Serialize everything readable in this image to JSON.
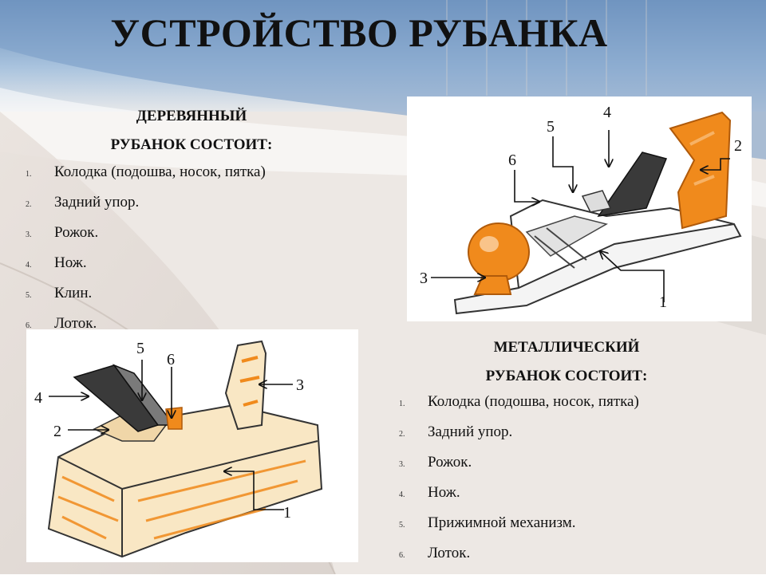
{
  "title": "УСТРОЙСТВО РУБАНКА",
  "wooden": {
    "heading_line1": "ДЕРЕВЯННЫЙ",
    "heading_line2": "РУБАНОК СОСТОИТ:",
    "items": [
      {
        "num": "1.",
        "text": "Колодка (подошва, носок, пятка)"
      },
      {
        "num": "2.",
        "text": "Задний упор."
      },
      {
        "num": "3.",
        "text": "Рожок."
      },
      {
        "num": "4.",
        "text": "Нож."
      },
      {
        "num": "5.",
        "text": "Клин."
      },
      {
        "num": "6.",
        "text": "Лоток."
      }
    ]
  },
  "metal": {
    "heading_line1": "МЕТАЛЛИЧЕСКИЙ",
    "heading_line2": "РУБАНОК СОСТОИТ:",
    "items": [
      {
        "num": "1.",
        "text": "Колодка (подошва, носок, пятка)"
      },
      {
        "num": "2.",
        "text": "Задний упор."
      },
      {
        "num": "3.",
        "text": "Рожок."
      },
      {
        "num": "4.",
        "text": "Нож."
      },
      {
        "num": "5.",
        "text": "Прижимной механизм."
      },
      {
        "num": "6.",
        "text": "Лоток."
      }
    ]
  },
  "metal_figure_labels": {
    "l1": "1",
    "l2": "2",
    "l3": "3",
    "l4": "4",
    "l5": "5",
    "l6": "6"
  },
  "wooden_figure_labels": {
    "l1": "1",
    "l2": "2",
    "l3": "3",
    "l4": "4",
    "l5": "5",
    "l6": "6"
  },
  "colors": {
    "accent_orange": "#f08a1c",
    "wood_light": "#f9e7c4",
    "blade_dark": "#3a3a3a",
    "background_blue": "#8fb0d4"
  }
}
